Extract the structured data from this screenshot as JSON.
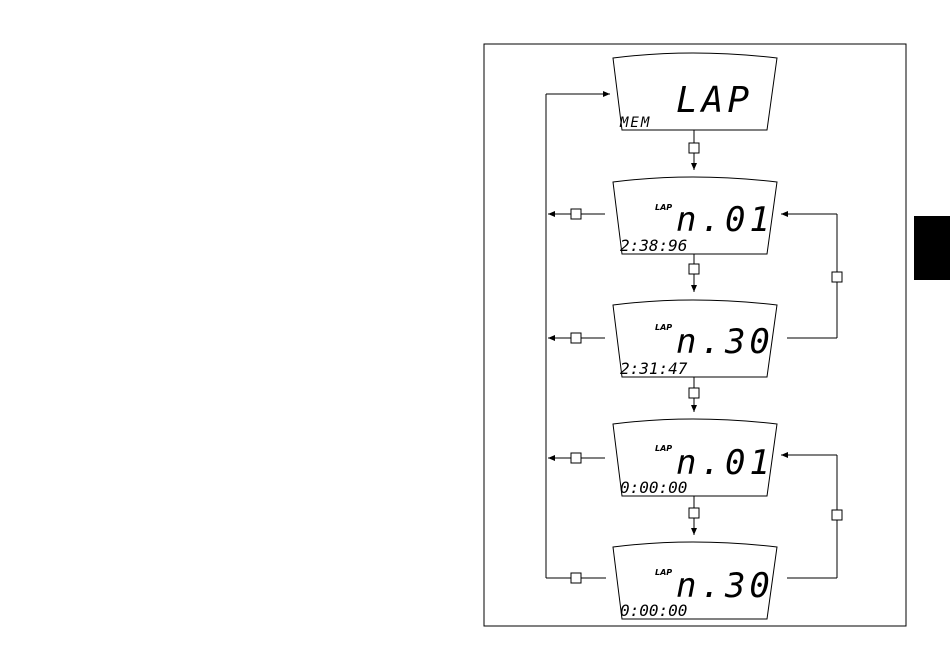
{
  "panel": {
    "screens": [
      {
        "label": "",
        "main": "LAP",
        "sub": "MEM"
      },
      {
        "label": "LAP",
        "main": "n.01",
        "sub": "2:38:96"
      },
      {
        "label": "LAP",
        "main": "n.30",
        "sub": "2:31:47"
      },
      {
        "label": "LAP",
        "main": "n.01",
        "sub": "0:00:00"
      },
      {
        "label": "LAP",
        "main": "n.30",
        "sub": "0:00:00"
      }
    ]
  },
  "colors": {
    "ink": "#000000",
    "tab": "#000000",
    "background": "#ffffff"
  }
}
